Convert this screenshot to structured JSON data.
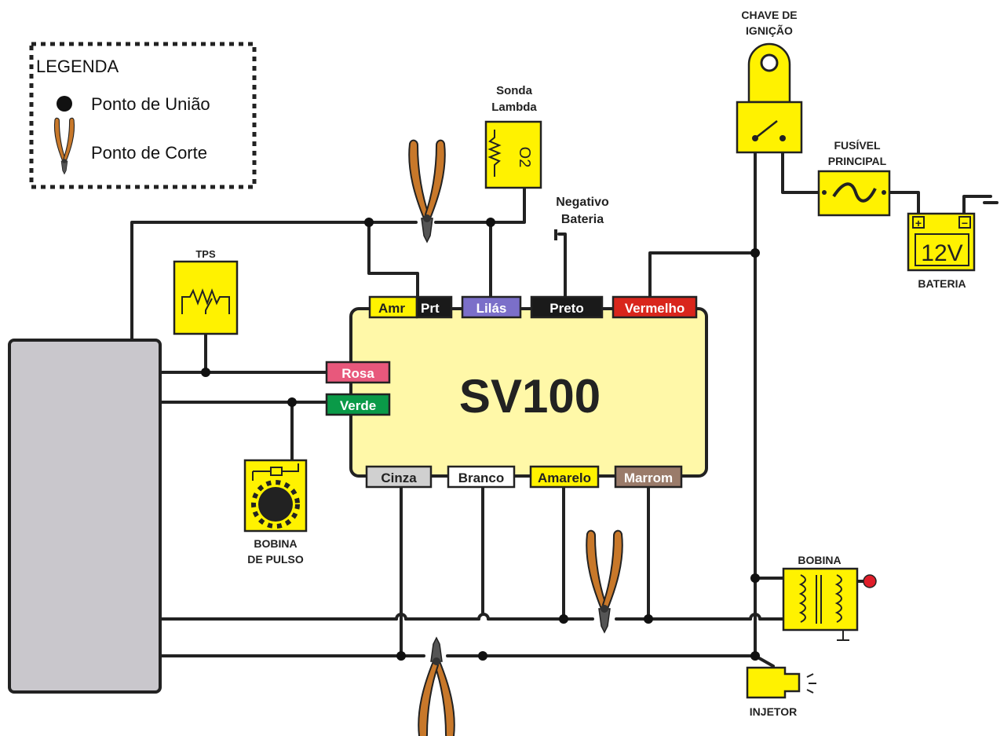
{
  "legend": {
    "title": "LEGENDA",
    "items": [
      {
        "label": "Ponto de União",
        "icon": "junction-dot-icon"
      },
      {
        "label": "Ponto de Corte",
        "icon": "wire-cutter-icon"
      }
    ]
  },
  "module": {
    "title": "SV100",
    "pins_top": [
      {
        "label_a": "Amr",
        "label_b": "Prt",
        "color_a": "#fff200",
        "color_b": "#1a1a1a"
      },
      {
        "label": "Lilás",
        "color": "#7b6fc9"
      },
      {
        "label": "Preto",
        "color": "#1a1a1a"
      },
      {
        "label": "Vermelho",
        "color": "#d9261c"
      }
    ],
    "pins_left": [
      {
        "label": "Rosa",
        "color": "#e8587c"
      },
      {
        "label": "Verde",
        "color": "#0a9a48"
      }
    ],
    "pins_bottom": [
      {
        "label": "Cinza",
        "color": "#d0d0d0"
      },
      {
        "label": "Branco",
        "color": "#ffffff"
      },
      {
        "label": "Amarelo",
        "color": "#fff200"
      },
      {
        "label": "Marrom",
        "color": "#9a7b6a"
      }
    ]
  },
  "components": {
    "sonda": {
      "line1": "Sonda",
      "line2": "Lambda",
      "symbol": "O2"
    },
    "negativo": {
      "line1": "Negativo",
      "line2": "Bateria"
    },
    "tps": {
      "label": "TPS"
    },
    "bobina_pulso": {
      "line1": "BOBINA",
      "line2": "DE PULSO"
    },
    "chave": {
      "line1": "CHAVE DE",
      "line2": "IGNIÇÃO"
    },
    "fusivel": {
      "line1": "FUSÍVEL",
      "line2": "PRINCIPAL"
    },
    "bateria": {
      "label": "BATERIA",
      "voltage": "12V",
      "plus": "+",
      "minus": "−"
    },
    "bobina": {
      "label": "BOBINA"
    },
    "injetor": {
      "label": "INJETOR"
    }
  },
  "colors": {
    "component_fill": "#fff200",
    "module_fill": "#fff8a8",
    "ecu_fill": "#c9c7cc",
    "cutter_handle": "#c8782a"
  }
}
